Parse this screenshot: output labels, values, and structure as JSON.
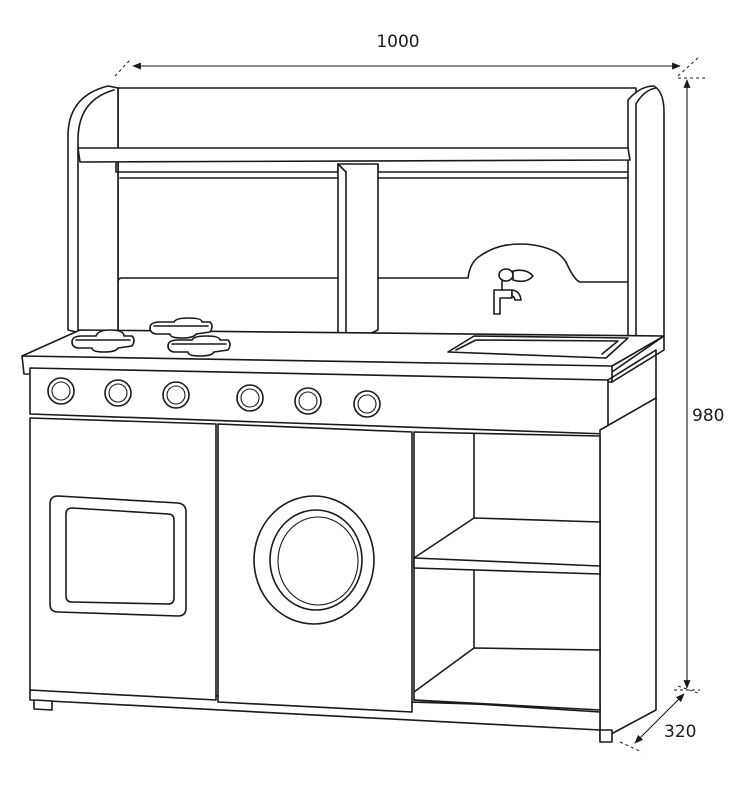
{
  "dimensions": {
    "width_label": "1000",
    "height_label": "980",
    "depth_label": "320"
  }
}
